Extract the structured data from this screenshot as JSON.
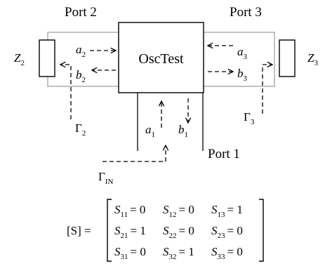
{
  "ports": {
    "port2": "Port 2",
    "port3": "Port 3",
    "port1": "Port 1"
  },
  "device": {
    "name": "OscTest"
  },
  "loads": {
    "z2": {
      "sym": "Z",
      "sub": "2"
    },
    "z3": {
      "sym": "Z",
      "sub": "3"
    }
  },
  "waves": {
    "a2": {
      "sym": "a",
      "sub": "2"
    },
    "b2": {
      "sym": "b",
      "sub": "2"
    },
    "a3": {
      "sym": "a",
      "sub": "3"
    },
    "b3": {
      "sym": "b",
      "sub": "3"
    },
    "a1": {
      "sym": "a",
      "sub": "1"
    },
    "b1": {
      "sym": "b",
      "sub": "1"
    }
  },
  "reflections": {
    "g2": {
      "sym": "Γ",
      "sub": "2"
    },
    "g3": {
      "sym": "Γ",
      "sub": "3"
    },
    "gin": {
      "sym": "Γ",
      "sub": "IN"
    }
  },
  "matrix": {
    "lhs": "[S] =",
    "rows": [
      [
        {
          "s": "S",
          "sub": "11",
          "v": "= 0"
        },
        {
          "s": "S",
          "sub": "12",
          "v": "= 0"
        },
        {
          "s": "S",
          "sub": "13",
          "v": "= 1"
        }
      ],
      [
        {
          "s": "S",
          "sub": "21",
          "v": "= 1"
        },
        {
          "s": "S",
          "sub": "22",
          "v": "= 0"
        },
        {
          "s": "S",
          "sub": "23",
          "v": "= 0"
        }
      ],
      [
        {
          "s": "S",
          "sub": "31",
          "v": "= 0"
        },
        {
          "s": "S",
          "sub": "32",
          "v": "= 1"
        },
        {
          "s": "S",
          "sub": "33",
          "v": "= 0"
        }
      ]
    ]
  }
}
